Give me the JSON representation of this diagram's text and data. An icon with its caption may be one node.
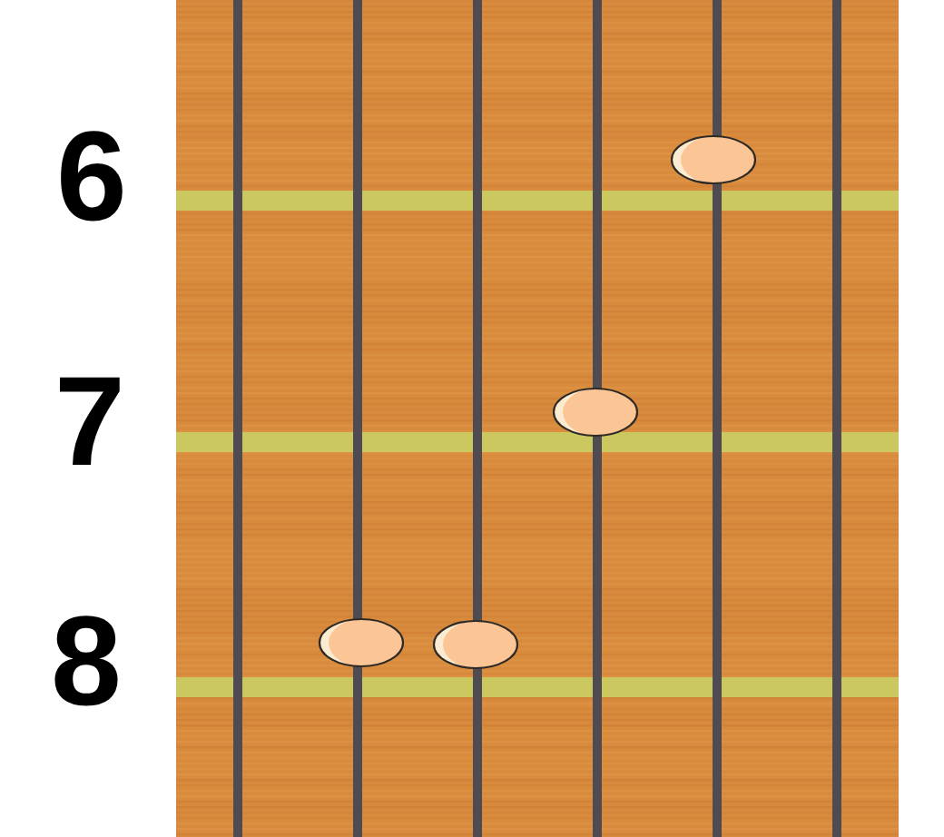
{
  "diagram": {
    "labels": [
      "6",
      "7",
      "8"
    ]
  }
}
